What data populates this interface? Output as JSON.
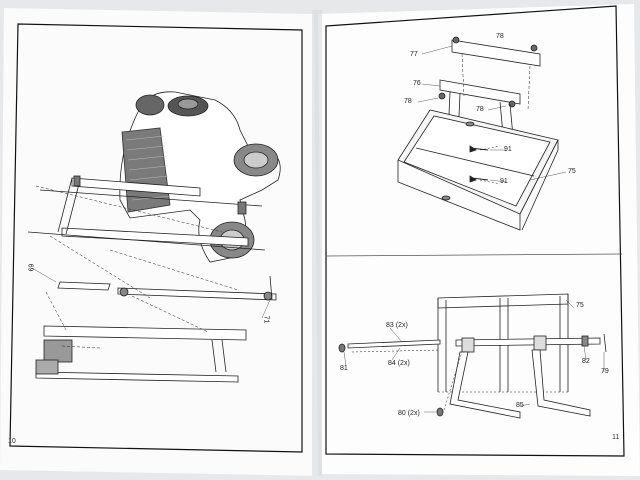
{
  "left_page": {
    "page_number": "10",
    "callouts": [
      "69",
      "71"
    ]
  },
  "right_page": {
    "page_number": "11",
    "top_callouts": [
      "78",
      "77",
      "76",
      "78",
      "78",
      "91",
      "91",
      "75"
    ],
    "bottom_callouts": [
      "75",
      "83 (2x)",
      "81",
      "84 (2x)",
      "82",
      "79",
      "80 (2x)",
      "85"
    ]
  }
}
